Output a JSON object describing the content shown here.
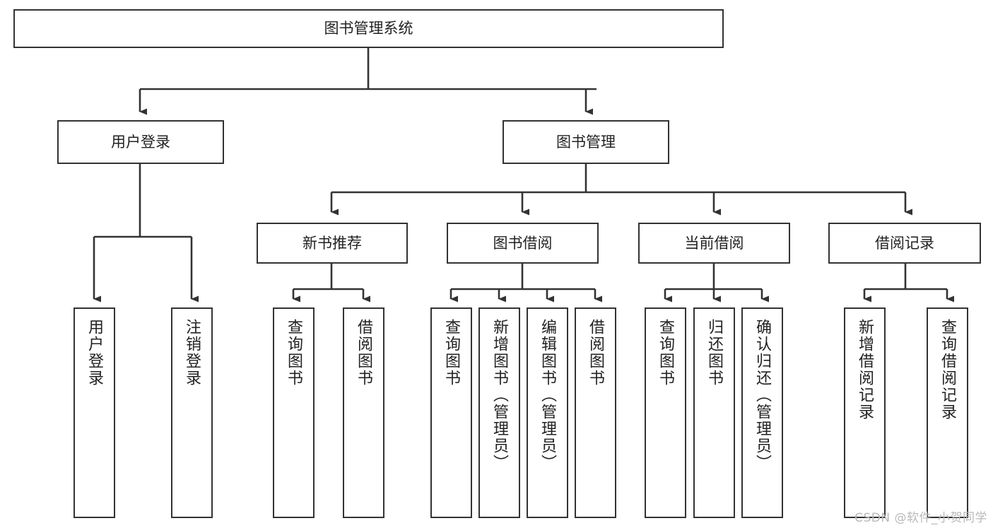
{
  "diagram": {
    "title": "图书管理系统",
    "type": "tree-hierarchy",
    "watermark": "CSDN @软件_小贺同学",
    "colors": {
      "box_border": "#333333",
      "box_fill": "#ffffff",
      "edge": "#333333",
      "text": "#222222",
      "watermark": "#b9b9b9"
    },
    "nodes": {
      "root": {
        "label": "图书管理系统",
        "orientation": "horizontal"
      },
      "l2": [
        {
          "label": "用户登录",
          "orientation": "horizontal"
        },
        {
          "label": "图书管理",
          "orientation": "horizontal"
        }
      ],
      "l3": [
        {
          "label": "新书推荐",
          "orientation": "horizontal"
        },
        {
          "label": "图书借阅",
          "orientation": "horizontal"
        },
        {
          "label": "当前借阅",
          "orientation": "horizontal"
        },
        {
          "label": "借阅记录",
          "orientation": "horizontal"
        }
      ],
      "leaves": {
        "user_login": [
          {
            "label": "用户登录",
            "orientation": "vertical"
          },
          {
            "label": "注销登录",
            "orientation": "vertical"
          }
        ],
        "new_book_recommend": [
          {
            "label": "查询图书",
            "orientation": "vertical"
          },
          {
            "label": "借阅图书",
            "orientation": "vertical"
          }
        ],
        "book_borrow": [
          {
            "label": "查询图书",
            "orientation": "vertical"
          },
          {
            "label": "新增图书（管理员）",
            "orientation": "vertical"
          },
          {
            "label": "编辑图书（管理员）",
            "orientation": "vertical"
          },
          {
            "label": "借阅图书",
            "orientation": "vertical"
          }
        ],
        "current_borrow": [
          {
            "label": "查询图书",
            "orientation": "vertical"
          },
          {
            "label": "归还图书",
            "orientation": "vertical"
          },
          {
            "label": "确认归还（管理员）",
            "orientation": "vertical"
          }
        ],
        "borrow_record": [
          {
            "label": "新增借阅记录",
            "orientation": "vertical"
          },
          {
            "label": "查询借阅记录",
            "orientation": "vertical"
          }
        ]
      }
    }
  }
}
